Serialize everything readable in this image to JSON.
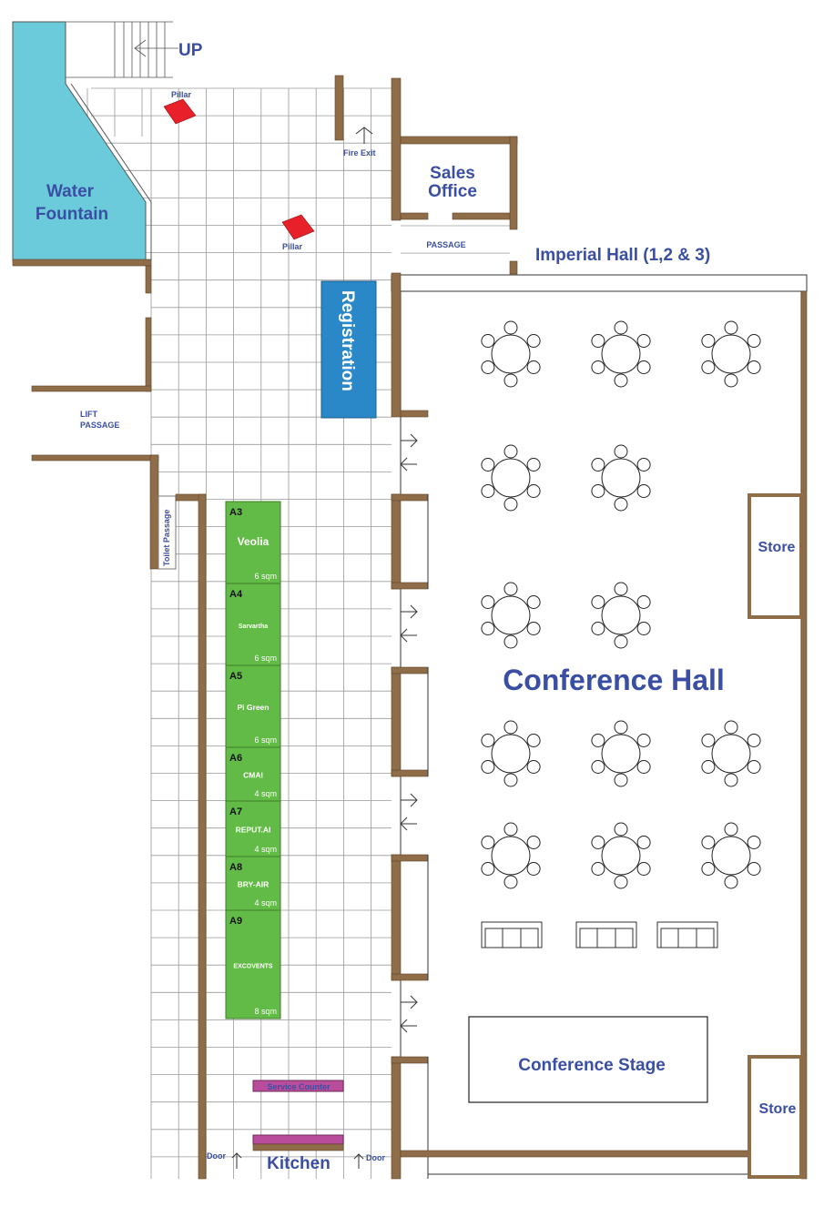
{
  "labels": {
    "up": "UP",
    "water_fountain_1": "Water",
    "water_fountain_2": "Fountain",
    "pillar_1": "Pillar",
    "pillar_2": "Pillar",
    "fire_exit": "Fire Exit",
    "sales_office_1": "Sales",
    "sales_office_2": "Office",
    "passage": "PASSAGE",
    "imperial_hall": "Imperial Hall (1,2 & 3)",
    "registration": "Registration",
    "lift_passage_1": "LIFT",
    "lift_passage_2": "PASSAGE",
    "toilet_passage": "Toilet Passage",
    "conference_hall": "Conference Hall",
    "store_1": "Store",
    "store_2": "Store",
    "conference_stage": "Conference Stage",
    "service_counter": "Service Counter",
    "kitchen": "Kitchen",
    "door_left": "Door",
    "door_right": "Door"
  },
  "booths": [
    {
      "id": "A3",
      "name": "Veolia",
      "area": "6 sqm"
    },
    {
      "id": "A4",
      "name": "Sarvartha",
      "area": "6 sqm"
    },
    {
      "id": "A5",
      "name": "Pi Green",
      "area": "6 sqm"
    },
    {
      "id": "A6",
      "name": "CMAI",
      "area": "4 sqm"
    },
    {
      "id": "A7",
      "name": "REPUT.AI",
      "area": "4 sqm"
    },
    {
      "id": "A8",
      "name": "BRY-AIR",
      "area": "4 sqm"
    },
    {
      "id": "A9",
      "name": "EXCOVENTS",
      "area": "8 sqm"
    }
  ],
  "colors": {
    "wall": "#8f6d48",
    "water": "#6bcbda",
    "registration": "#2a87c8",
    "booth": "#62bb46",
    "pillar": "#e8202a",
    "counter": "#b94d9b",
    "label": "#3a4fa3"
  }
}
